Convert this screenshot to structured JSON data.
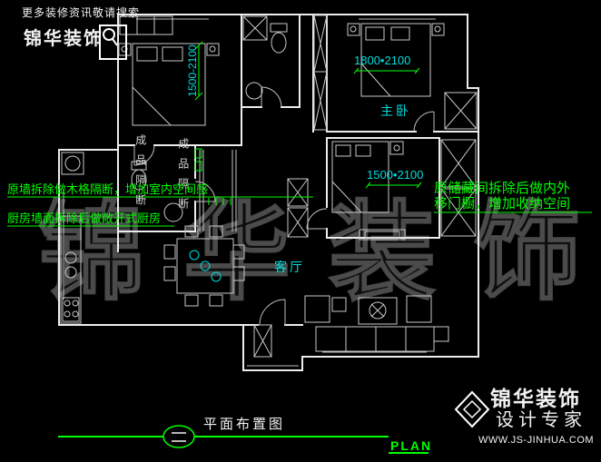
{
  "header": {
    "tagline": "更多装修资讯敬请搜索",
    "brand": "锦华装饰"
  },
  "watermark": "锦华装饰",
  "plan_labels": {
    "dim_left_bedroom": "1500-2100",
    "dim_master_bedroom": "1800•2100",
    "dim_middle_room": "1500•2100",
    "master_bedroom": "主卧",
    "living_room": "客厅",
    "partition_label_1": "成品隔断",
    "partition_label_2": "成品隔断"
  },
  "annotations": {
    "left_line_1": "原墙拆除做木格隔断，增加室内空间感",
    "left_line_2": "厨房墙面拆除后做敞开式厨房",
    "right_line_1": "原储藏间拆除后做内外",
    "right_line_2": "移门橱，增加收纳空间"
  },
  "footer": {
    "drawing_title": "平面布置图",
    "plan_label": "PLAN"
  },
  "brand_block": {
    "name": "锦华装饰",
    "tagline": "设计专家",
    "website": "WWW.JS-JINHUA.COM"
  },
  "colors": {
    "background": "#000000",
    "walls": "#ededed",
    "dimension_text": "#00dcdc",
    "annotation_green": "#00ff00"
  }
}
